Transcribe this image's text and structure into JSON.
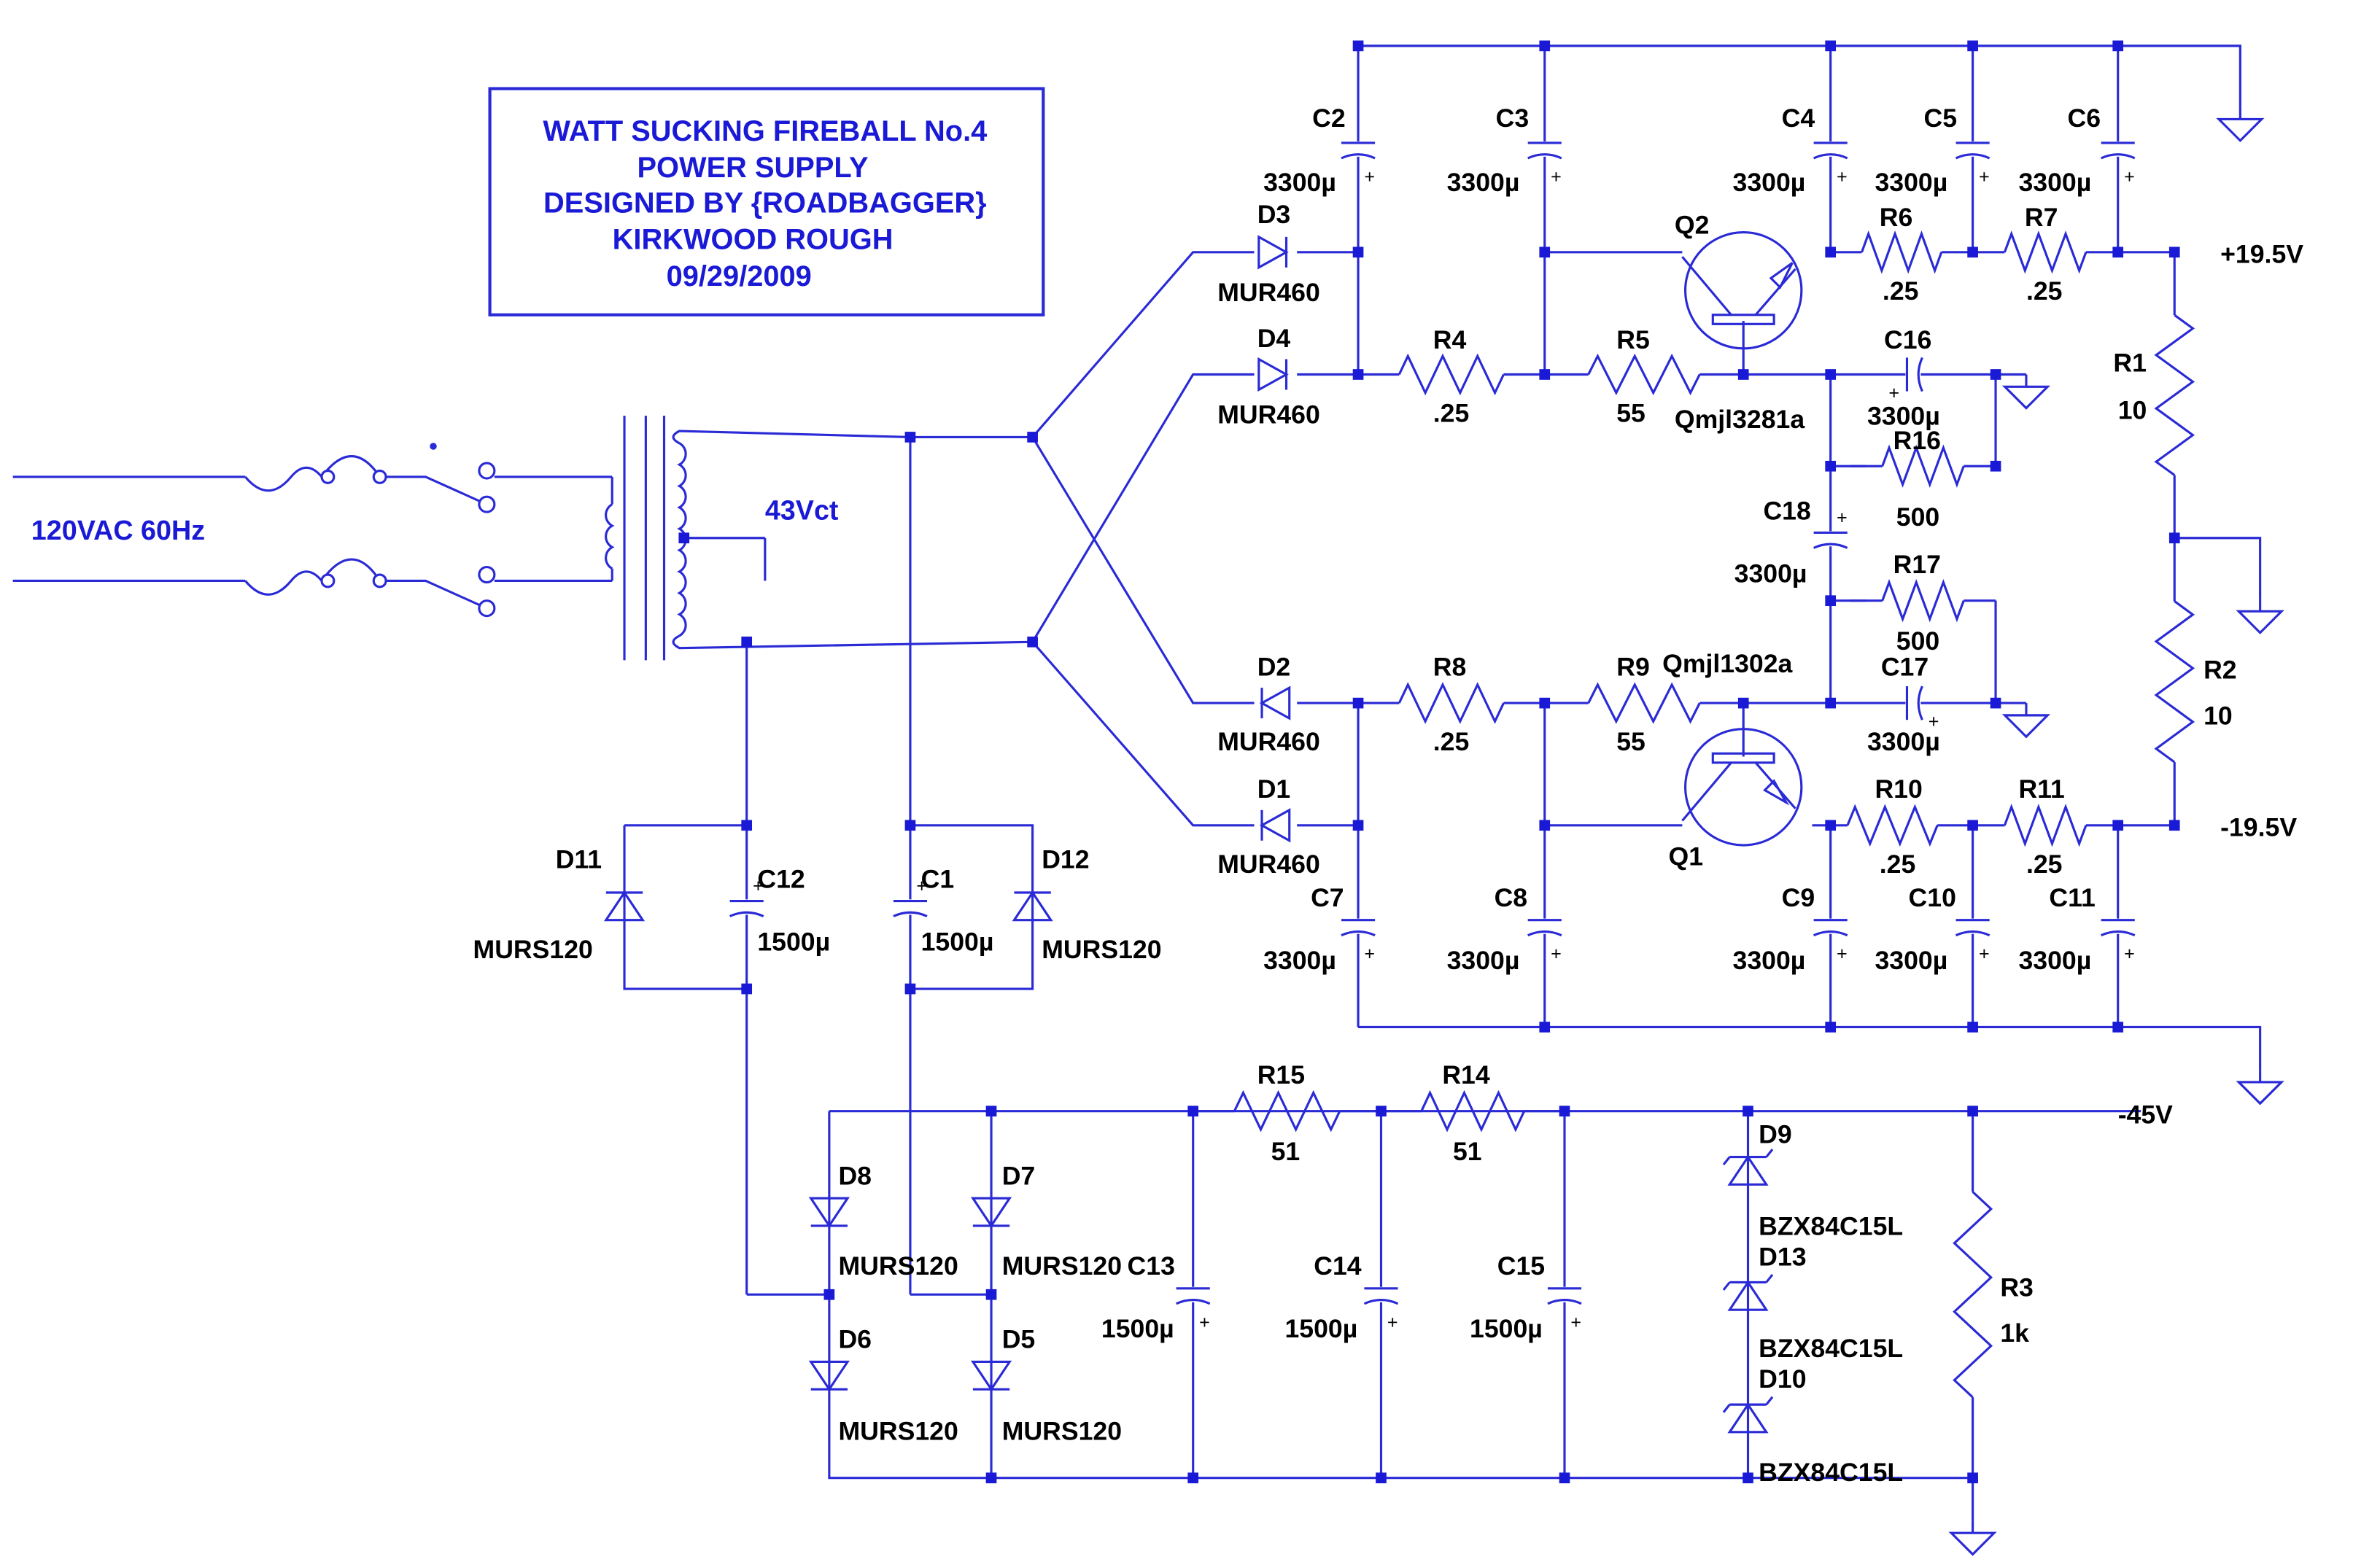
{
  "title_block": {
    "line1": "WATT SUCKING FIREBALL No.4",
    "line2": "POWER SUPPLY",
    "line3": "DESIGNED BY  {ROADBAGGER}",
    "line4": "KIRKWOOD ROUGH",
    "line5": "09/29/2009"
  },
  "labels": {
    "mains": "120VAC 60Hz",
    "ct": "43Vct",
    "pos_rail": "+19.5V",
    "neg_rail": "-19.5V",
    "neg45": "-45V"
  },
  "caps": [
    {
      "ref": "C2",
      "val": "3300µ"
    },
    {
      "ref": "C3",
      "val": "3300µ"
    },
    {
      "ref": "C4",
      "val": "3300µ"
    },
    {
      "ref": "C5",
      "val": "3300µ"
    },
    {
      "ref": "C6",
      "val": "3300µ"
    },
    {
      "ref": "C7",
      "val": "3300µ"
    },
    {
      "ref": "C8",
      "val": "3300µ"
    },
    {
      "ref": "C9",
      "val": "3300µ"
    },
    {
      "ref": "C10",
      "val": "3300µ"
    },
    {
      "ref": "C11",
      "val": "3300µ"
    },
    {
      "ref": "C16",
      "val": "3300µ"
    },
    {
      "ref": "C17",
      "val": "3300µ"
    },
    {
      "ref": "C18",
      "val": "3300µ"
    },
    {
      "ref": "C12",
      "val": "1500µ"
    },
    {
      "ref": "C1",
      "val": "1500µ"
    },
    {
      "ref": "C13",
      "val": "1500µ"
    },
    {
      "ref": "C14",
      "val": "1500µ"
    },
    {
      "ref": "C15",
      "val": "1500µ"
    }
  ],
  "resistors": [
    {
      "ref": "R4",
      "val": ".25"
    },
    {
      "ref": "R5",
      "val": "55"
    },
    {
      "ref": "R6",
      "val": ".25"
    },
    {
      "ref": "R7",
      "val": ".25"
    },
    {
      "ref": "R8",
      "val": ".25"
    },
    {
      "ref": "R9",
      "val": "55"
    },
    {
      "ref": "R10",
      "val": ".25"
    },
    {
      "ref": "R11",
      "val": ".25"
    },
    {
      "ref": "R1",
      "val": "10"
    },
    {
      "ref": "R2",
      "val": "10"
    },
    {
      "ref": "R16",
      "val": "500"
    },
    {
      "ref": "R17",
      "val": "500"
    },
    {
      "ref": "R15",
      "val": "51"
    },
    {
      "ref": "R14",
      "val": "51"
    },
    {
      "ref": "R3",
      "val": "1k"
    }
  ],
  "diodes": [
    {
      "ref": "D3",
      "val": "MUR460"
    },
    {
      "ref": "D4",
      "val": "MUR460"
    },
    {
      "ref": "D2",
      "val": "MUR460"
    },
    {
      "ref": "D1",
      "val": "MUR460"
    },
    {
      "ref": "D11",
      "val": "MURS120"
    },
    {
      "ref": "D12",
      "val": "MURS120"
    },
    {
      "ref": "D8",
      "val": "MURS120"
    },
    {
      "ref": "D7",
      "val": "MURS120"
    },
    {
      "ref": "D6",
      "val": "MURS120"
    },
    {
      "ref": "D5",
      "val": "MURS120"
    },
    {
      "ref": "D9",
      "val": "BZX84C15L"
    },
    {
      "ref": "D13",
      "val": "BZX84C15L"
    },
    {
      "ref": "D10",
      "val": "BZX84C15L"
    }
  ],
  "transistors": [
    {
      "ref": "Q2",
      "val": "Qmjl3281a"
    },
    {
      "ref": "Q1",
      "val": "Qmjl1302a"
    }
  ],
  "colors": {
    "wire": "#2a2ad6",
    "node": "#1a1ad6",
    "text": "#000000",
    "title_text": "#1a1ad6"
  }
}
